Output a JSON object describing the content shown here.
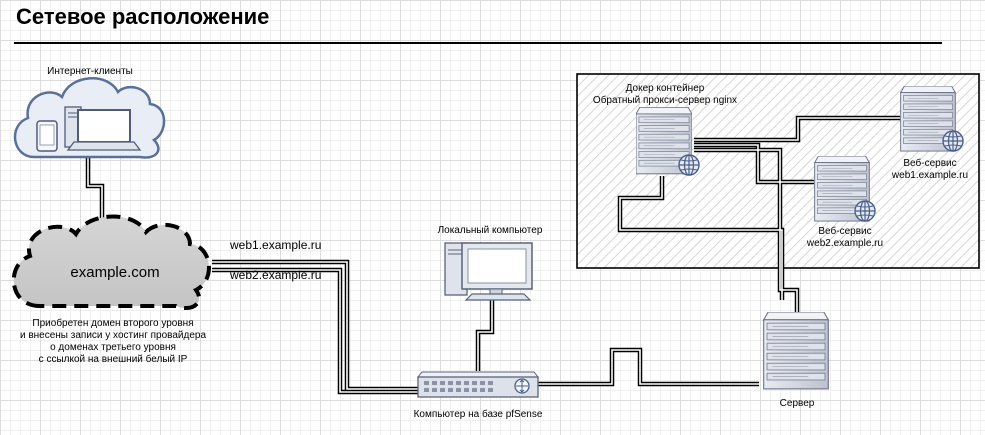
{
  "title": "Сетевое расположение",
  "nodes": {
    "internet_clients": {
      "label": "Интернет-клиенты"
    },
    "domain_cloud": {
      "label": "example.com",
      "note": [
        "Приобретен домен второго уровня",
        "и внесены записи у хостинг провайдера",
        "о доменах третьего уровня",
        "с ссылкой на внешний белый IP"
      ]
    },
    "docker": {
      "label": [
        "Докер контейнер",
        "Обратный прокси-сервер nginx"
      ]
    },
    "web1": {
      "label": [
        "Веб-сервис",
        "web1.example.ru"
      ]
    },
    "web2": {
      "label": [
        "Веб-сервис",
        "web2.example.ru"
      ]
    },
    "local_pc": {
      "label": "Локальный компьютер"
    },
    "firewall": {
      "label": "Компьютер на базе pfSense"
    },
    "server": {
      "label": "Сервер"
    }
  },
  "links": {
    "web1": "web1.example.ru",
    "web2": "web2.example.ru"
  }
}
